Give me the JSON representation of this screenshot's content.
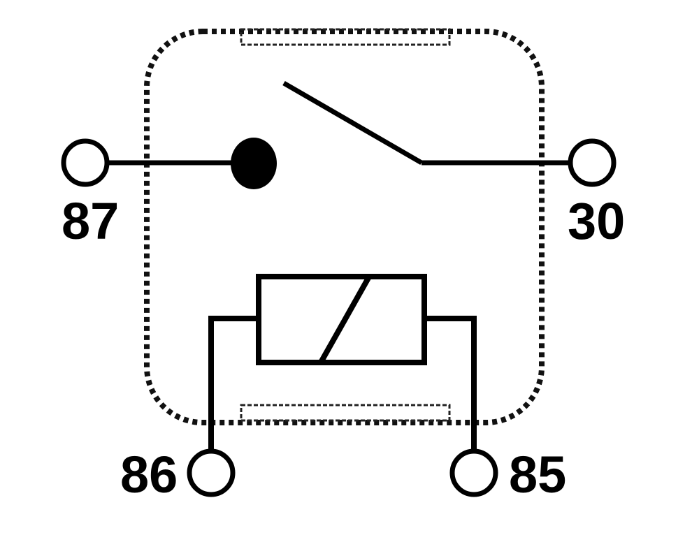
{
  "diagram": {
    "type": "relay-pinout",
    "colors": {
      "line": "#000000",
      "background": "#ffffff",
      "housing": "#111111"
    },
    "terminals": {
      "t87": {
        "label": "87",
        "role": "normally-open contact"
      },
      "t30": {
        "label": "30",
        "role": "common"
      },
      "t86": {
        "label": "86",
        "role": "coil"
      },
      "t85": {
        "label": "85",
        "role": "coil"
      }
    }
  }
}
